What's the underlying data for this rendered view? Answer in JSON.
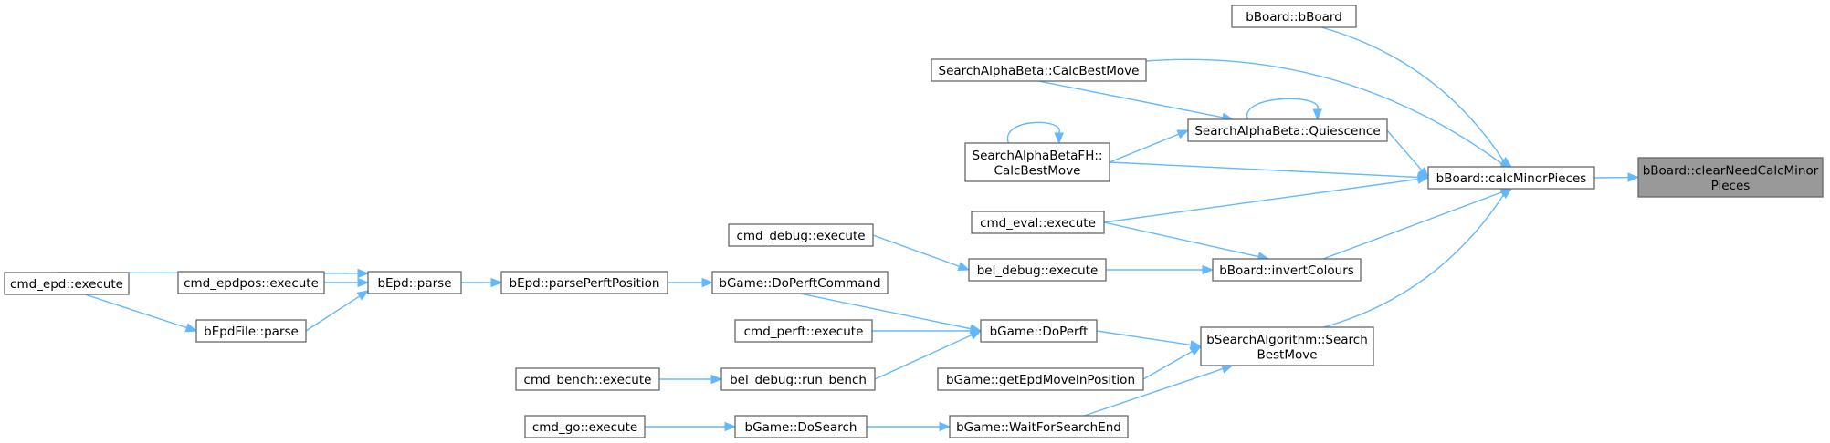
{
  "diagram": {
    "type": "caller-graph",
    "colors": {
      "edge": "#63b8ff",
      "node_border": "#666666",
      "node_fill": "#ffffff",
      "root_fill": "#999999"
    },
    "nodes": [
      {
        "id": "root",
        "lines": [
          "bBoard::clearNeedCalcMinor",
          "Pieces"
        ],
        "root": true
      },
      {
        "id": "calcMinor",
        "lines": [
          "bBoard::calcMinorPieces"
        ]
      },
      {
        "id": "bBoardCtor",
        "lines": [
          "bBoard::bBoard"
        ]
      },
      {
        "id": "sabCalc",
        "lines": [
          "SearchAlphaBeta::CalcBestMove"
        ]
      },
      {
        "id": "sabQ",
        "lines": [
          "SearchAlphaBeta::Quiescence"
        ]
      },
      {
        "id": "sabfh",
        "lines": [
          "SearchAlphaBetaFH::",
          "CalcBestMove"
        ]
      },
      {
        "id": "cmdEval",
        "lines": [
          "cmd_eval::execute"
        ]
      },
      {
        "id": "cmdDebug",
        "lines": [
          "cmd_debug::execute"
        ]
      },
      {
        "id": "belDebug",
        "lines": [
          "bel_debug::execute"
        ]
      },
      {
        "id": "invert",
        "lines": [
          "bBoard::invertColours"
        ]
      },
      {
        "id": "cmdEpd",
        "lines": [
          "cmd_epd::execute"
        ]
      },
      {
        "id": "cmdEpdpos",
        "lines": [
          "cmd_epdpos::execute"
        ]
      },
      {
        "id": "epdParse",
        "lines": [
          "bEpd::parse"
        ]
      },
      {
        "id": "epdFile",
        "lines": [
          "bEpdFile::parse"
        ]
      },
      {
        "id": "perftPos",
        "lines": [
          "bEpd::parsePerftPosition"
        ]
      },
      {
        "id": "doPerftCmd",
        "lines": [
          "bGame::DoPerftCommand"
        ]
      },
      {
        "id": "cmdPerft",
        "lines": [
          "cmd_perft::execute"
        ]
      },
      {
        "id": "doPerft",
        "lines": [
          "bGame::DoPerft"
        ]
      },
      {
        "id": "searchBest",
        "lines": [
          "bSearchAlgorithm::Search",
          "BestMove"
        ]
      },
      {
        "id": "cmdBench",
        "lines": [
          "cmd_bench::execute"
        ]
      },
      {
        "id": "runBench",
        "lines": [
          "bel_debug::run_bench"
        ]
      },
      {
        "id": "getEpd",
        "lines": [
          "bGame::getEpdMoveInPosition"
        ]
      },
      {
        "id": "cmdGo",
        "lines": [
          "cmd_go::execute"
        ]
      },
      {
        "id": "doSearch",
        "lines": [
          "bGame::DoSearch"
        ]
      },
      {
        "id": "waitSearch",
        "lines": [
          "bGame::WaitForSearchEnd"
        ]
      }
    ],
    "edges": [
      {
        "from": "calcMinor",
        "to": "root"
      },
      {
        "from": "bBoardCtor",
        "to": "calcMinor"
      },
      {
        "from": "sabCalc",
        "to": "calcMinor"
      },
      {
        "from": "sabQ",
        "to": "calcMinor"
      },
      {
        "from": "sabfh",
        "to": "calcMinor"
      },
      {
        "from": "cmdEval",
        "to": "calcMinor"
      },
      {
        "from": "invert",
        "to": "calcMinor"
      },
      {
        "from": "searchBest",
        "to": "calcMinor"
      },
      {
        "from": "sabCalc",
        "to": "sabQ"
      },
      {
        "from": "sabfh",
        "to": "sabQ"
      },
      {
        "from": "sabQ",
        "to": "sabQ"
      },
      {
        "from": "sabfh",
        "to": "sabfh"
      },
      {
        "from": "cmdEval",
        "to": "invert"
      },
      {
        "from": "belDebug",
        "to": "invert"
      },
      {
        "from": "cmdDebug",
        "to": "belDebug"
      },
      {
        "from": "doPerft",
        "to": "searchBest"
      },
      {
        "from": "getEpd",
        "to": "searchBest"
      },
      {
        "from": "waitSearch",
        "to": "searchBest"
      },
      {
        "from": "doPerftCmd",
        "to": "doPerft"
      },
      {
        "from": "cmdPerft",
        "to": "doPerft"
      },
      {
        "from": "runBench",
        "to": "doPerft"
      },
      {
        "from": "perftPos",
        "to": "doPerftCmd"
      },
      {
        "from": "epdParse",
        "to": "perftPos"
      },
      {
        "from": "cmdEpd",
        "to": "epdParse"
      },
      {
        "from": "cmdEpdpos",
        "to": "epdParse"
      },
      {
        "from": "epdFile",
        "to": "epdParse"
      },
      {
        "from": "cmdEpd",
        "to": "epdFile"
      },
      {
        "from": "cmdBench",
        "to": "runBench"
      },
      {
        "from": "doSearch",
        "to": "waitSearch"
      },
      {
        "from": "cmdGo",
        "to": "doSearch"
      }
    ]
  }
}
